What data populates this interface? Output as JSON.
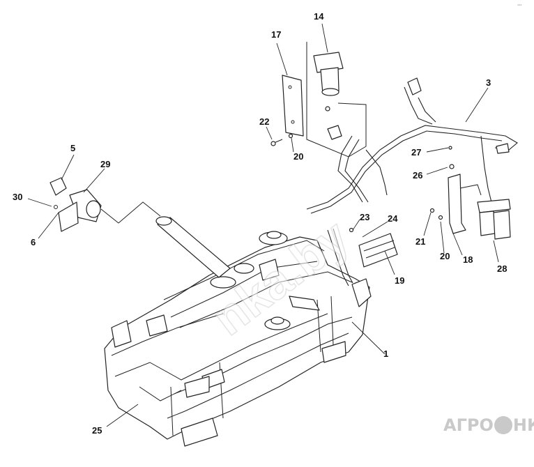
{
  "corner_mark": "⁴⁴⁴",
  "watermark": "nka.by",
  "logo": {
    "left": "АГРО",
    "right": "НКА"
  },
  "callouts": {
    "c1": "1",
    "c3": "3",
    "c5": "5",
    "c6": "6",
    "c14": "14",
    "c17": "17",
    "c18": "18",
    "c19": "19",
    "c20a": "20",
    "c20b": "20",
    "c21": "21",
    "c22": "22",
    "c23": "23",
    "c24": "24",
    "c25": "25",
    "c26": "26",
    "c27": "27",
    "c28": "28",
    "c29": "29",
    "c30": "30"
  }
}
